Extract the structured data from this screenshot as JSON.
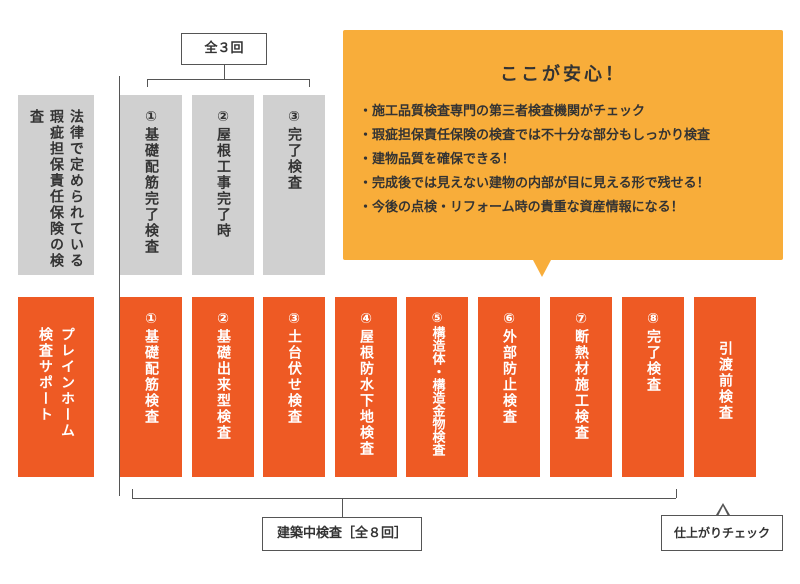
{
  "top_count_label": "全３回",
  "legal_header": "法律で定められている瑕疵担保責任保険の検査",
  "legal_steps": [
    {
      "num": "①",
      "label": "基礎配筋完了検査"
    },
    {
      "num": "②",
      "label": "屋根工事完了時"
    },
    {
      "num": "③",
      "label": "完了検査"
    }
  ],
  "callout": {
    "title": "ここが安心！",
    "items": [
      "・施工品質検査専門の第三者検査機関がチェック",
      "・瑕疵担保責任保険の検査では不十分な部分もしっかり検査",
      "・建物品質を確保できる！",
      "・完成後では見えない建物の内部が目に見える形で残せる！",
      "・今後の点検・リフォーム時の貴重な資産情報になる！"
    ]
  },
  "company_header": "プレインホーム検査サポート",
  "company_steps": [
    {
      "num": "①",
      "label": "基礎配筋検査"
    },
    {
      "num": "②",
      "label": "基礎出来型検査"
    },
    {
      "num": "③",
      "label": "土台伏せ検査"
    },
    {
      "num": "④",
      "label": "屋根防水下地検査"
    },
    {
      "num": "⑤",
      "label": "構造体・構造金物検査"
    },
    {
      "num": "⑥",
      "label": "外部防止検査"
    },
    {
      "num": "⑦",
      "label": "断熱材施工検査"
    },
    {
      "num": "⑧",
      "label": "完了検査"
    }
  ],
  "handover_label": "引渡前検査",
  "bottom_left_label": "建築中検査［全８回］",
  "bottom_right_label": "仕上がりチェック",
  "colors": {
    "orange": "#ee5a24",
    "gray": "#d0d0d0",
    "callout": "#f8ad3a"
  }
}
